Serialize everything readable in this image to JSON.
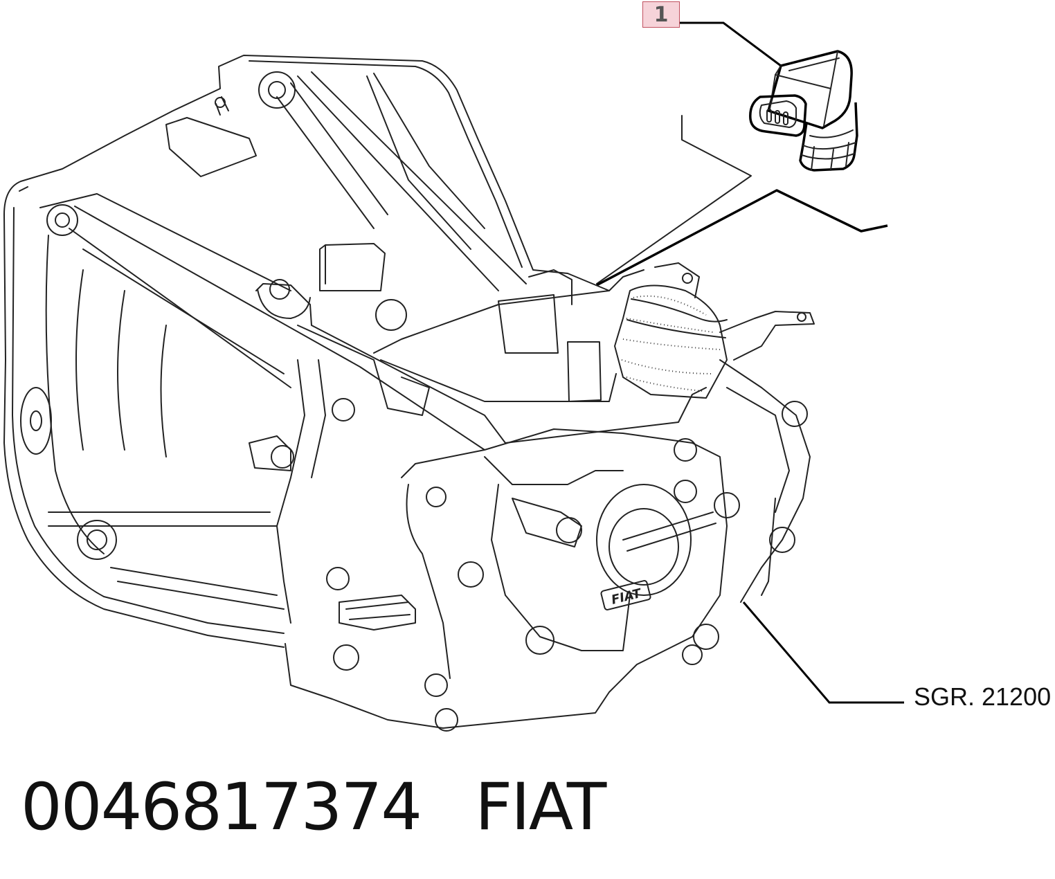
{
  "callout": {
    "number": "1"
  },
  "reference": {
    "label": "SGR. 21200"
  },
  "footer": {
    "part_number": "0046817374",
    "brand": "FIAT"
  },
  "emblem": {
    "text": "FIAT"
  },
  "icons": [
    "sensor-part-drawing",
    "gearbox-assembly-drawing"
  ]
}
